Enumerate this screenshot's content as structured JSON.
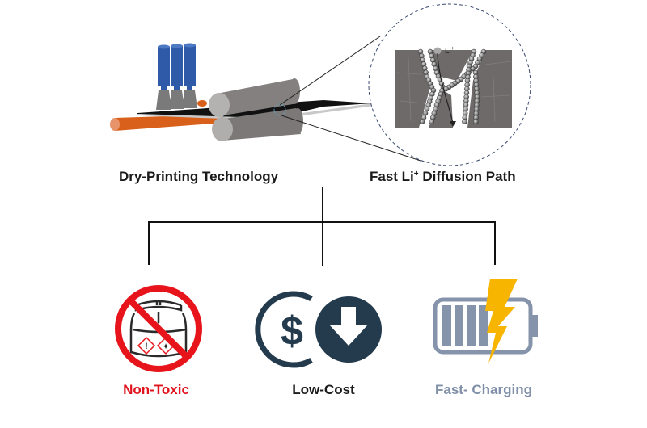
{
  "top": {
    "left_caption": "Dry-Printing Technology",
    "right_caption_main": "Fast Li",
    "right_caption_sup": "+",
    "right_caption_rest": " Diffusion Path",
    "ion_label": "Li",
    "ion_sup": "+"
  },
  "features": [
    {
      "label": "Non-Toxic",
      "icon": "no-toxic-chemical-icon",
      "color": "#e0141e"
    },
    {
      "label": "Low-Cost",
      "icon": "cost-down-icon",
      "color": "#1c1c1c"
    },
    {
      "label": "Fast- Charging",
      "icon": "battery-charging-icon",
      "color": "#8090a8"
    }
  ],
  "colors": {
    "nozzle_blue": "#2e5aa8",
    "roller_gray": "#7d7878",
    "roller_end": "#b0adad",
    "foil_orange": "#d9601a",
    "prohibit_red": "#e8141c",
    "cost_navy": "#243b4e",
    "battery_gray": "#8593ab",
    "bolt_yellow": "#f7b500"
  }
}
